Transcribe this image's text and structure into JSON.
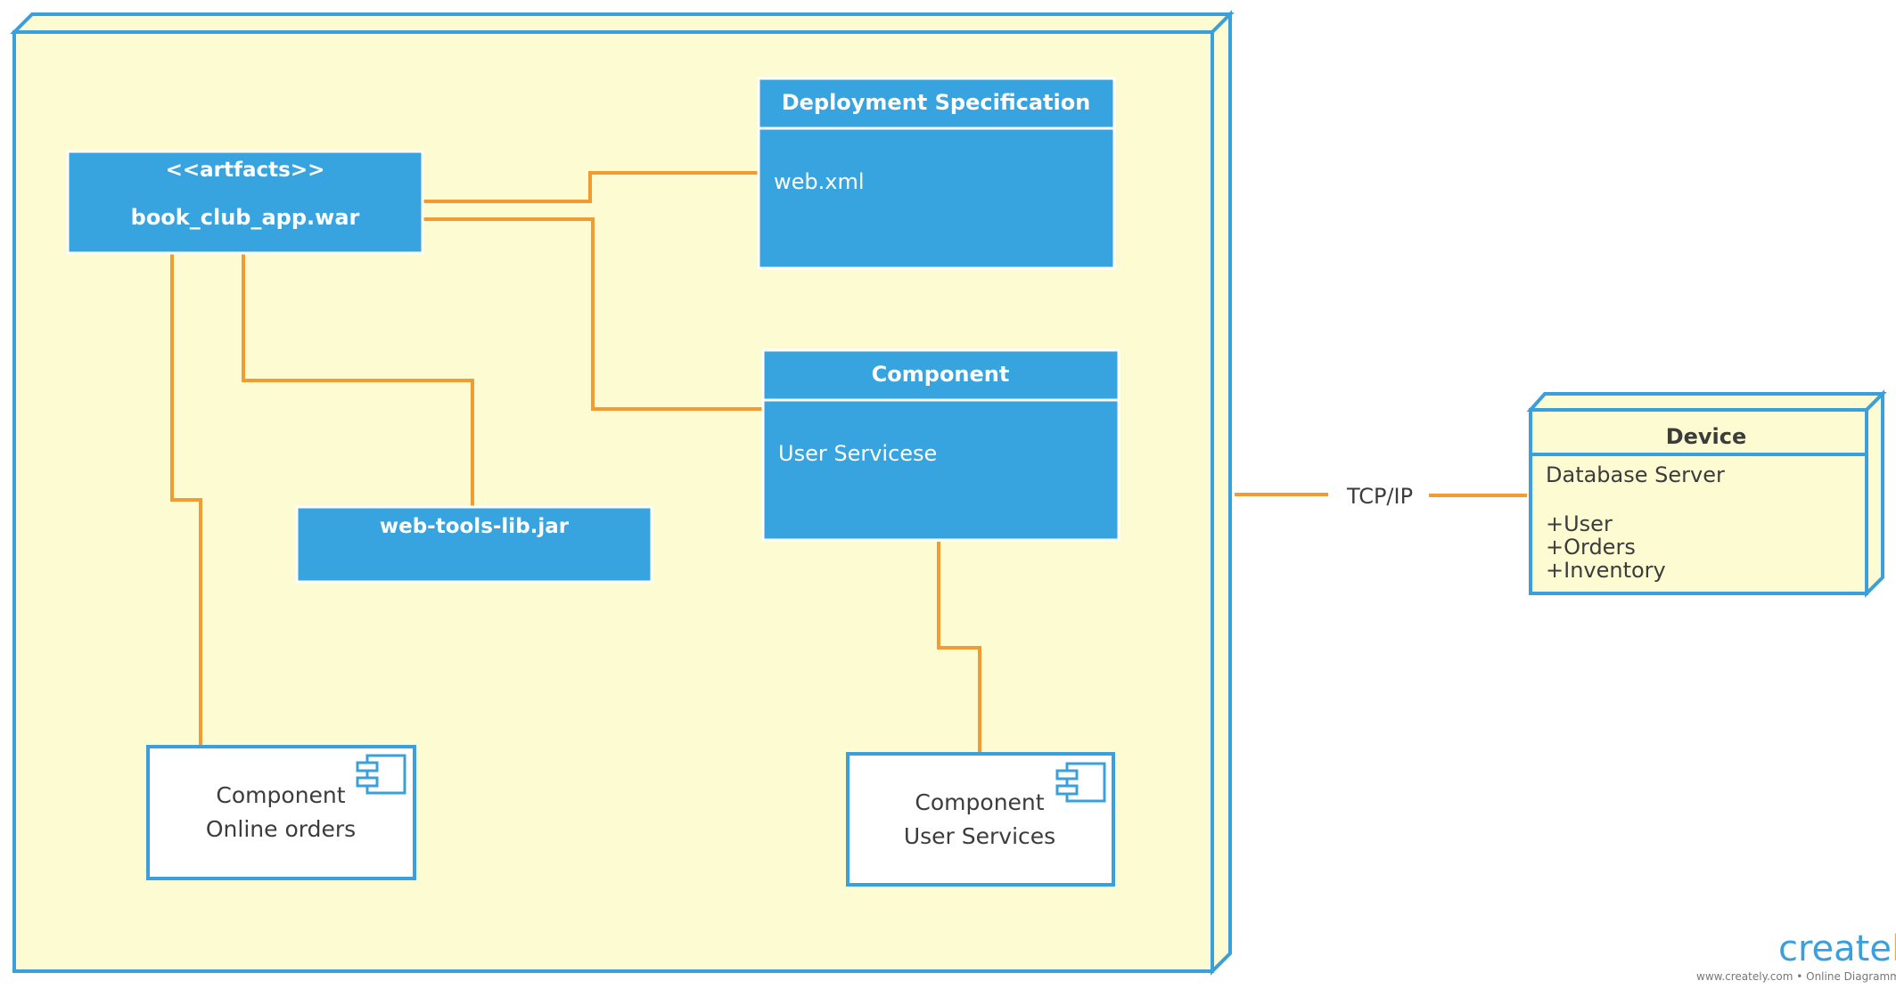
{
  "diagram": {
    "artifact": {
      "stereotype": "<<artfacts>>",
      "name": "book_club_app.war"
    },
    "deployment_spec": {
      "title": "Deployment Specification",
      "body": "web.xml"
    },
    "component_box": {
      "title": "Component",
      "body": "User Servicese"
    },
    "lib": {
      "name": "web-tools-lib.jar"
    },
    "comp_online": {
      "line1": "Component",
      "line2": "Online orders"
    },
    "comp_users": {
      "line1": "Component",
      "line2": "User Services"
    },
    "connection": {
      "label": "TCP/IP"
    },
    "device": {
      "title": "Device",
      "subtitle": "Database Server",
      "items": [
        "+User",
        "+Orders",
        "+Inventory"
      ]
    }
  },
  "brand": {
    "logo_main": "create",
    "logo_tail": "ly",
    "tagline": "www.creately.com • Online Diagramming"
  },
  "colors": {
    "node_fill": "#fcfbd2",
    "node_border": "#3aa0dc",
    "box_fill": "#37a4e0",
    "connector": "#f19b32",
    "text_dark": "#3c3c3c"
  }
}
